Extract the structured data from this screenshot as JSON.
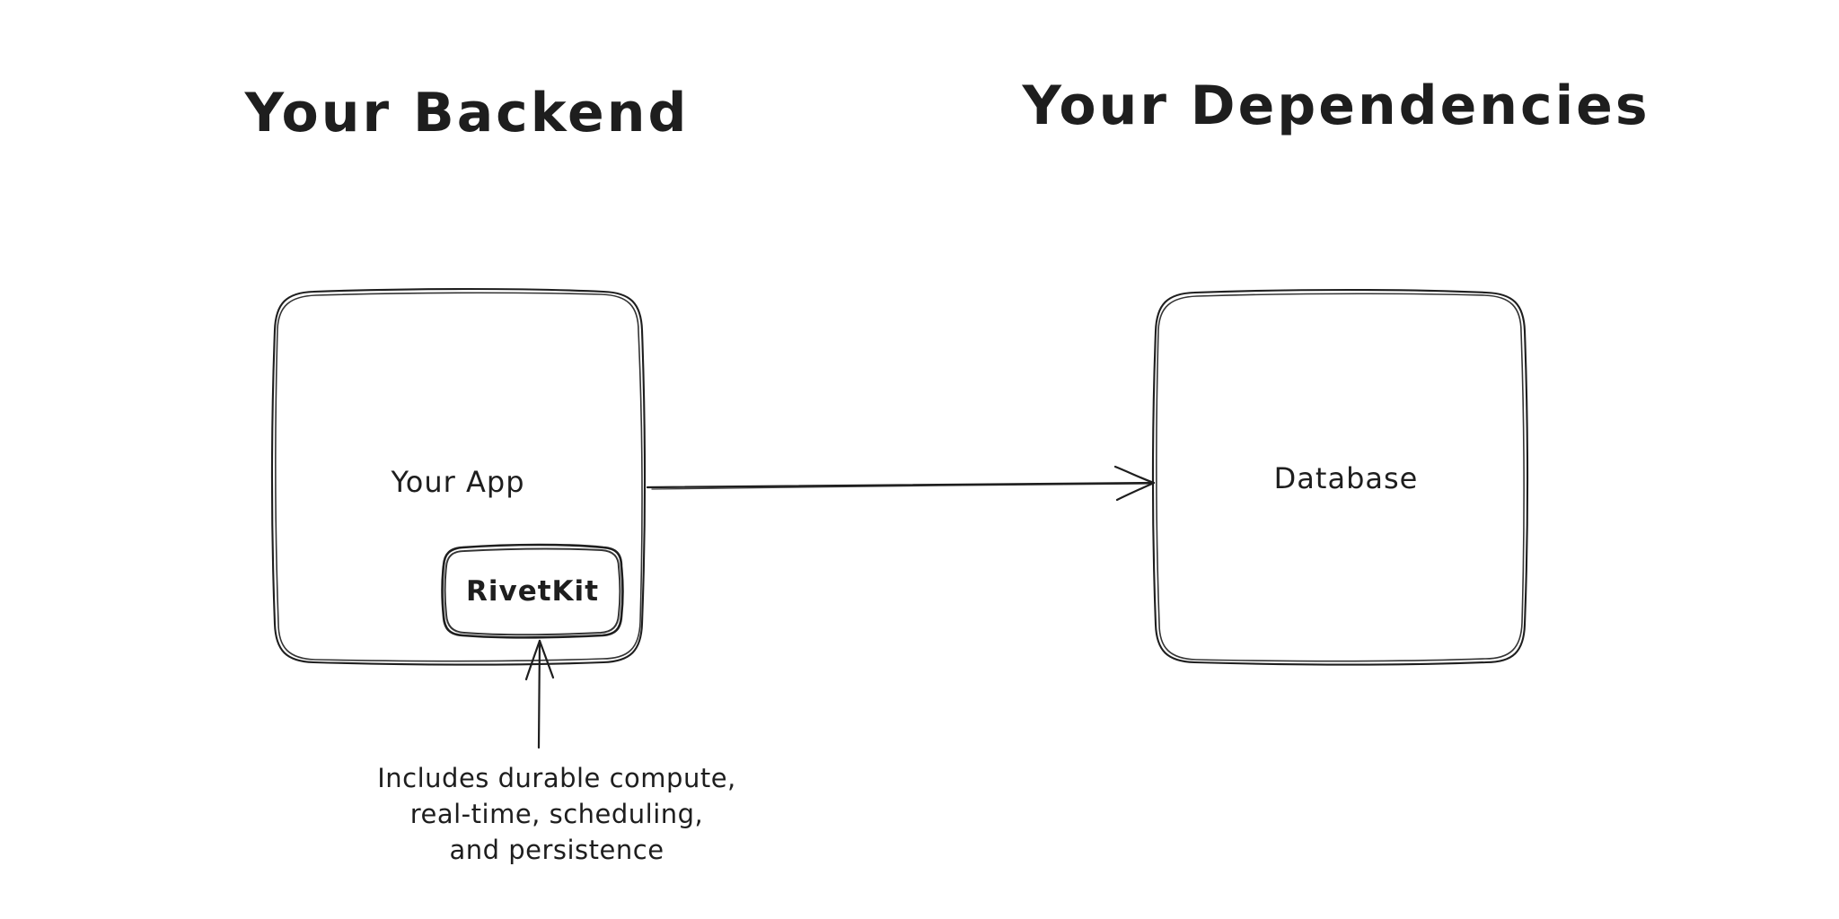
{
  "diagram": {
    "colors": {
      "ink": "#1e1e1e",
      "background": "#ffffff"
    },
    "titles": {
      "backend": "Your Backend",
      "dependencies": "Your Dependencies"
    },
    "nodes": {
      "your_app": {
        "label": "Your App"
      },
      "rivetkit": {
        "label": "RivetKit"
      },
      "database": {
        "label": "Database"
      }
    },
    "arrows": [
      {
        "name": "app-to-database",
        "from": "Your App",
        "to": "Database"
      },
      {
        "name": "annotation-to-rivetkit",
        "from": "annotation",
        "to": "RivetKit"
      }
    ],
    "annotation": {
      "lines": [
        "Includes durable compute,",
        "real-time, scheduling,",
        "and persistence"
      ]
    }
  }
}
